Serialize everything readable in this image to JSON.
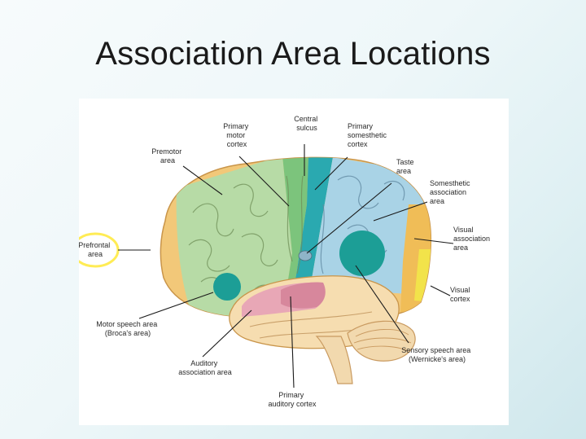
{
  "slide": {
    "title": "Association Area Locations"
  },
  "diagram": {
    "labels": {
      "primary_motor_cortex": [
        "Primary",
        "motor",
        "cortex"
      ],
      "central_sulcus": [
        "Central",
        "sulcus"
      ],
      "primary_somesthetic_cortex": [
        "Primary",
        "somesthetic",
        "cortex"
      ],
      "premotor_area": [
        "Premotor",
        "area"
      ],
      "taste_area": [
        "Taste",
        "area"
      ],
      "somesthetic_association_area": [
        "Somesthetic",
        "association",
        "area"
      ],
      "prefrontal_area": [
        "Prefrontal",
        "area"
      ],
      "visual_association_area": [
        "Visual",
        "association",
        "area"
      ],
      "visual_cortex": [
        "Visual",
        "cortex"
      ],
      "motor_speech_area": [
        "Motor speech area",
        "(Broca's area)"
      ],
      "sensory_speech_area": [
        "Sensory speech area",
        "(Wernicke's area)"
      ],
      "auditory_association_area": [
        "Auditory",
        "association area"
      ],
      "primary_auditory_cortex": [
        "Primary",
        "auditory cortex"
      ]
    },
    "colors": {
      "prefrontal": "#f2c879",
      "premotor": "#b7dba6",
      "primary_motor": "#7cc47c",
      "somesthetic": "#a9d3e6",
      "primary_somesthetic": "#2aa9b0",
      "wernicke": "#1c9e96",
      "broca": "#1c9e96",
      "auditory": "#e8a7b6",
      "primary_auditory": "#d7879c",
      "visual_association": "#f0bd57",
      "visual_cortex": "#f2e34a",
      "temporal": "#f6ddb0",
      "cerebellum": "#f2d9ae",
      "highlight_ring": "#ffec55"
    }
  }
}
